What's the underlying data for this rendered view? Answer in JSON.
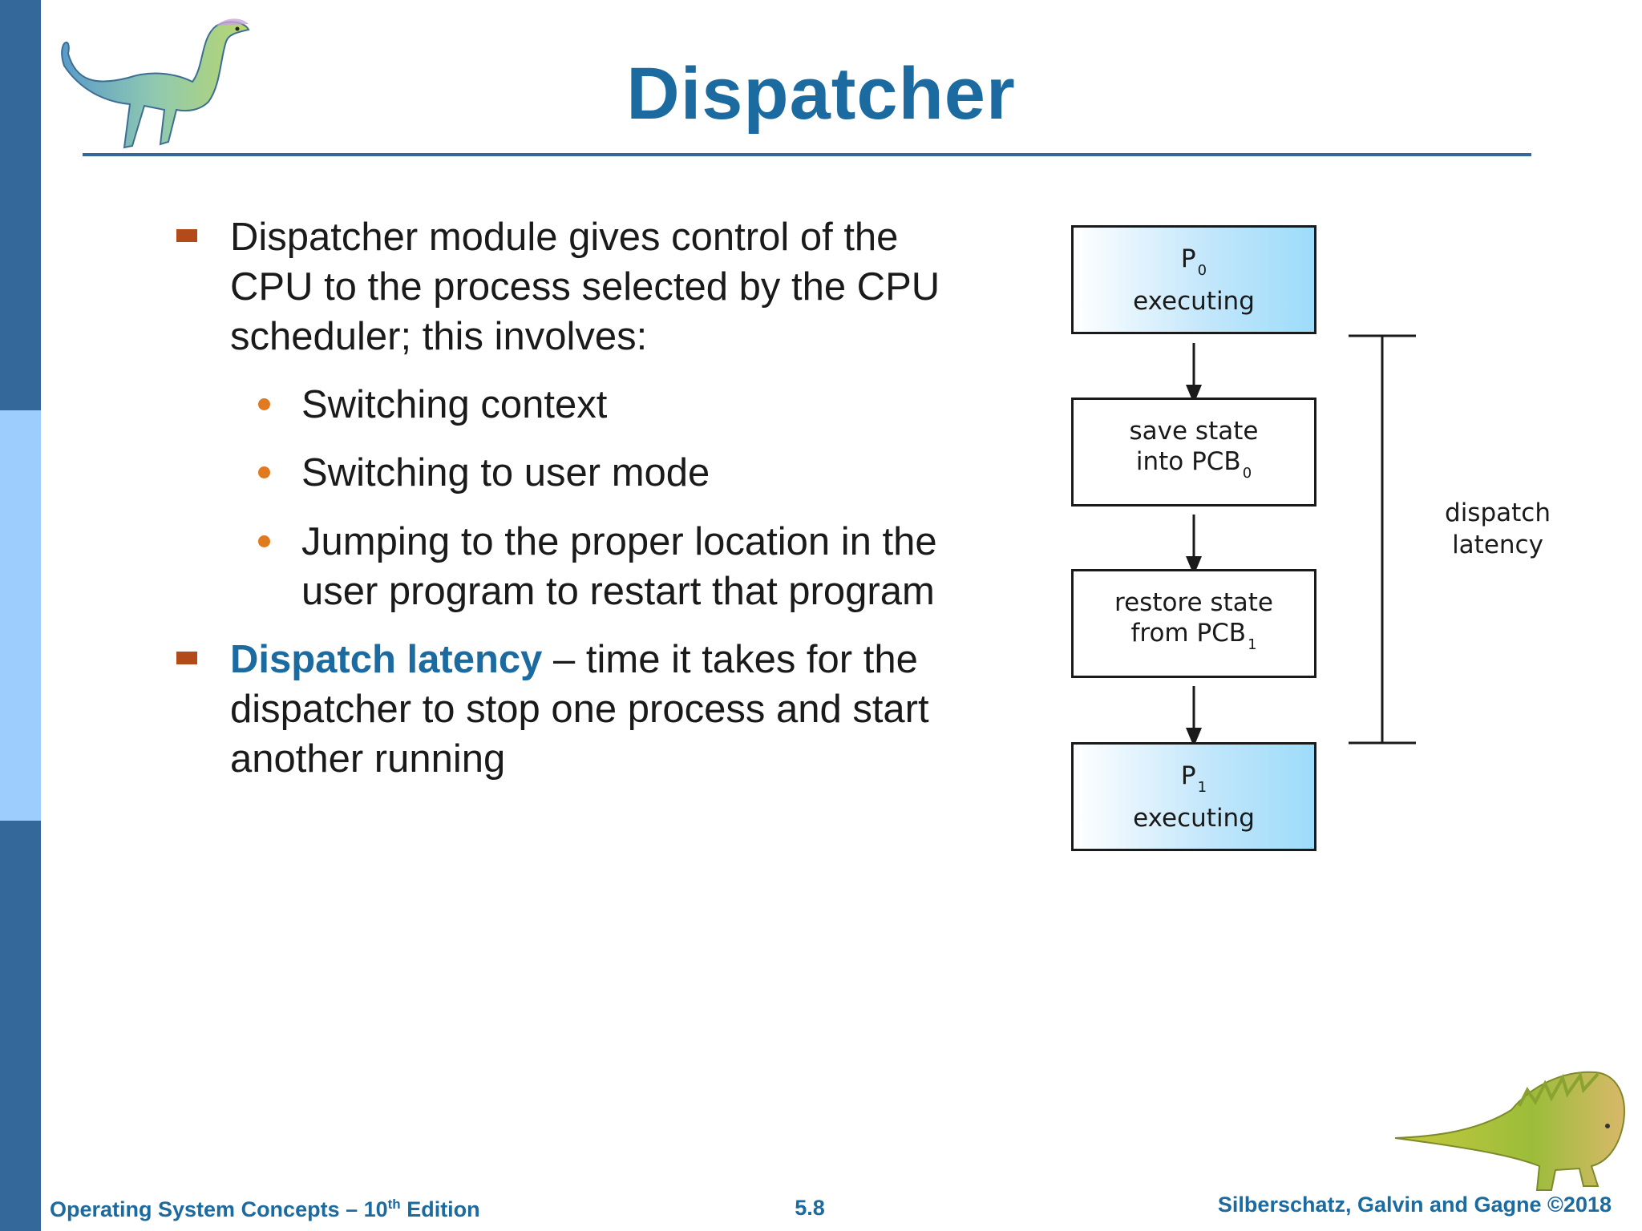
{
  "slide": {
    "title": "Dispatcher",
    "bullets": [
      {
        "text_lines": [
          "Dispatcher module gives control of the",
          "CPU to the process selected by the CPU",
          "scheduler; this involves:"
        ],
        "sub_items": [
          {
            "text_lines": [
              "Switching context"
            ]
          },
          {
            "text_lines": [
              "Switching to user mode"
            ]
          },
          {
            "text_lines": [
              "Jumping to the proper location in the",
              "user program to restart that program"
            ]
          }
        ]
      },
      {
        "term": "Dispatch latency",
        "text_lines": [
          " – time it takes for the",
          "dispatcher to stop one process and start",
          "another running"
        ]
      }
    ]
  },
  "diagram": {
    "boxes": [
      {
        "line1": "P",
        "line1_sub": "0",
        "line2": "executing"
      },
      {
        "line1": "save state",
        "line2": "into PCB",
        "line2_sub": "0"
      },
      {
        "line1": "restore state",
        "line2": "from PCB",
        "line2_sub": "1"
      },
      {
        "line1": "P",
        "line1_sub": "1",
        "line2": "executing"
      }
    ],
    "latency_label": [
      "dispatch",
      "latency"
    ]
  },
  "footer": {
    "left_prefix": "Operating System Concepts – 10",
    "left_sup": "th",
    "left_suffix": " Edition",
    "page": "5.8",
    "right": "Silberschatz, Galvin and Gagne ©2018"
  },
  "colors": {
    "title": "#1b6aa0",
    "sidebar_dark": "#34689b",
    "sidebar_light": "#9ccdfc",
    "bullet_l1": "#b34a19",
    "bullet_l2": "#e07a1f",
    "box_fill": "#9ddcfa"
  }
}
